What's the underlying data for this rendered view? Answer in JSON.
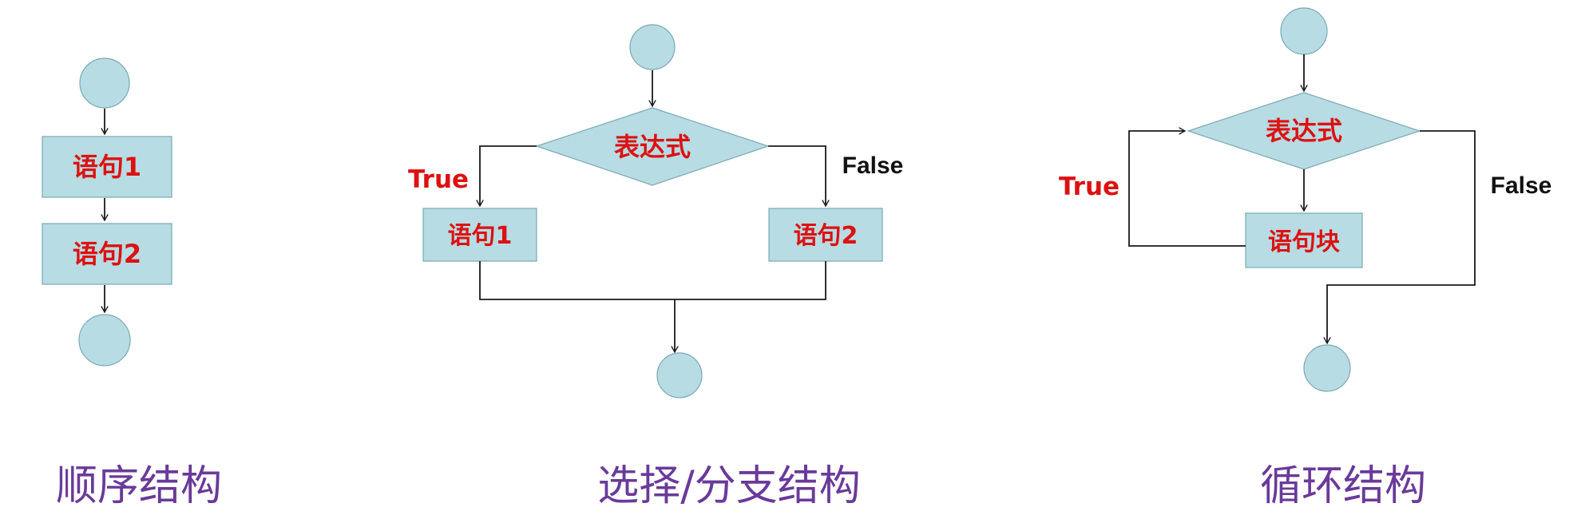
{
  "colors": {
    "node_fill": "#b7dce3",
    "node_border": "#7aa9b3",
    "edge": "#1a1a1a",
    "node_text": "#dd1111",
    "true_label": "#dd1111",
    "false_label": "#111111",
    "caption": "#6a3a9a"
  },
  "sequence": {
    "caption": "顺序结构",
    "statement1": "语句1",
    "statement2": "语句2"
  },
  "selection": {
    "caption": "选择/分支结构",
    "condition": "表达式",
    "true_label": "True",
    "false_label": "False",
    "statement1": "语句1",
    "statement2": "语句2"
  },
  "loop": {
    "caption": "循环结构",
    "condition": "表达式",
    "true_label": "True",
    "false_label": "False",
    "block": "语句块"
  }
}
